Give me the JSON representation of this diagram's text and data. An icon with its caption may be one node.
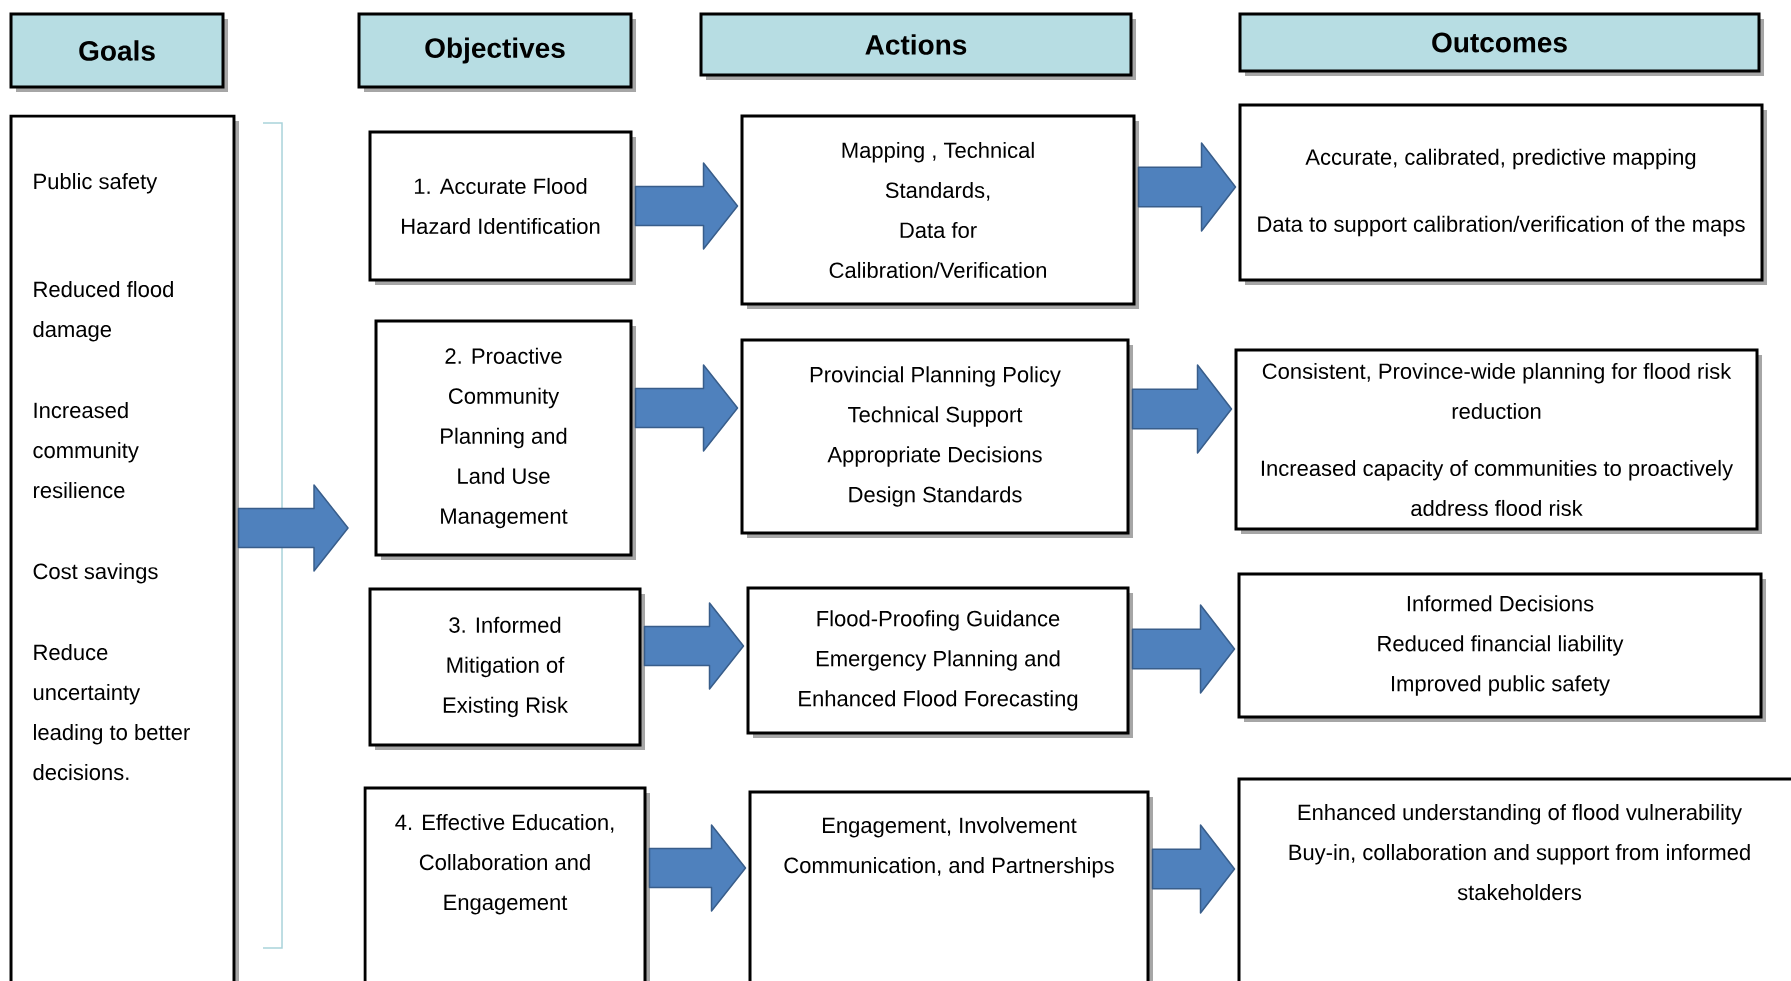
{
  "diagram": {
    "nodes": [
      {
        "text": [
          "Goals"
        ]
      },
      {
        "text": [
          "Objectives"
        ]
      },
      {
        "text": [
          "Actions"
        ]
      },
      {
        "text": [
          "Outcomes"
        ]
      },
      {
        "text": [
          "Public safety",
          "Reduced flood damage",
          "Increased community resilience",
          "Cost savings",
          "Reduce uncertainty leading to better decisions."
        ]
      },
      {
        "text": [
          "1. Accurate Flood Hazard Identification"
        ]
      },
      {
        "text": [
          "Mapping , Technical Standards,",
          "Data for Calibration/Verification"
        ]
      },
      {
        "text": [
          "Accurate, calibrated, predictive mapping",
          "Data to support calibration/verification of the maps"
        ]
      },
      {
        "text": [
          "2. Proactive Community Planning and Land Use Management"
        ]
      },
      {
        "text": [
          "Provincial Planning Policy",
          "Technical Support",
          "Appropriate Decisions",
          "Design Standards"
        ]
      },
      {
        "text": [
          "Consistent, Province-wide planning for flood risk reduction",
          "Increased capacity of communities to proactively address flood risk"
        ]
      },
      {
        "text": [
          "3. Informed Mitigation of Existing Risk"
        ]
      },
      {
        "text": [
          "Flood-Proofing Guidance",
          "Emergency Planning and",
          "Enhanced Flood Forecasting"
        ]
      },
      {
        "text": [
          "Informed Decisions",
          "Reduced financial liability",
          "Improved public safety"
        ]
      },
      {
        "text": [
          "4. Effective Education, Collaboration and Engagement"
        ]
      },
      {
        "text": [
          "Engagement, Involvement",
          "Communication, and Partnerships"
        ]
      },
      {
        "text": [
          "Enhanced understanding of flood vulnerability",
          "Buy-in, collaboration and support from informed stakeholders"
        ]
      }
    ],
    "edges": [
      {
        "from": 4,
        "to": null,
        "arrow": "to"
      },
      {
        "from": 5,
        "to": 6,
        "arrow": "to"
      },
      {
        "from": 6,
        "to": 7,
        "arrow": "to"
      },
      {
        "from": 8,
        "to": 9,
        "arrow": "to"
      },
      {
        "from": 9,
        "to": 10,
        "arrow": "to"
      },
      {
        "from": 11,
        "to": 12,
        "arrow": "to"
      },
      {
        "from": 12,
        "to": 13,
        "arrow": "to"
      },
      {
        "from": 14,
        "to": 15,
        "arrow": "to"
      },
      {
        "from": 15,
        "to": 16,
        "arrow": "to"
      }
    ]
  }
}
